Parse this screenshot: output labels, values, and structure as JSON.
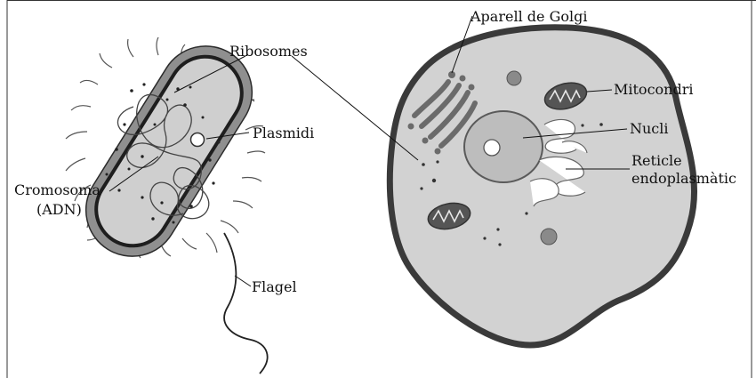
{
  "labels": {
    "ribosomes": "Ribosomes",
    "plasmidi": "Plasmidi",
    "cromosoma_line1": "Cromosoma",
    "cromosoma_line2": "(ADN)",
    "flagel": "Flagel",
    "golgi": "Aparell de Golgi",
    "mitocondri": "Mitocondri",
    "nucli": "Nucli",
    "reticle_line1": "Reticle",
    "reticle_line2": "endoplasmàtic"
  },
  "colors": {
    "outline": "#2b2b2b",
    "bacterium_wall": "#8f8f8f",
    "bacterium_fill": "#cfcfcf",
    "animal_cytoplasm": "#d2d2d2",
    "animal_membrane": "#3a3a3a",
    "nucleus": "#bdbdbd",
    "organelle_dark": "#5a5a5a",
    "organelle_mid": "#7a7a7a"
  }
}
